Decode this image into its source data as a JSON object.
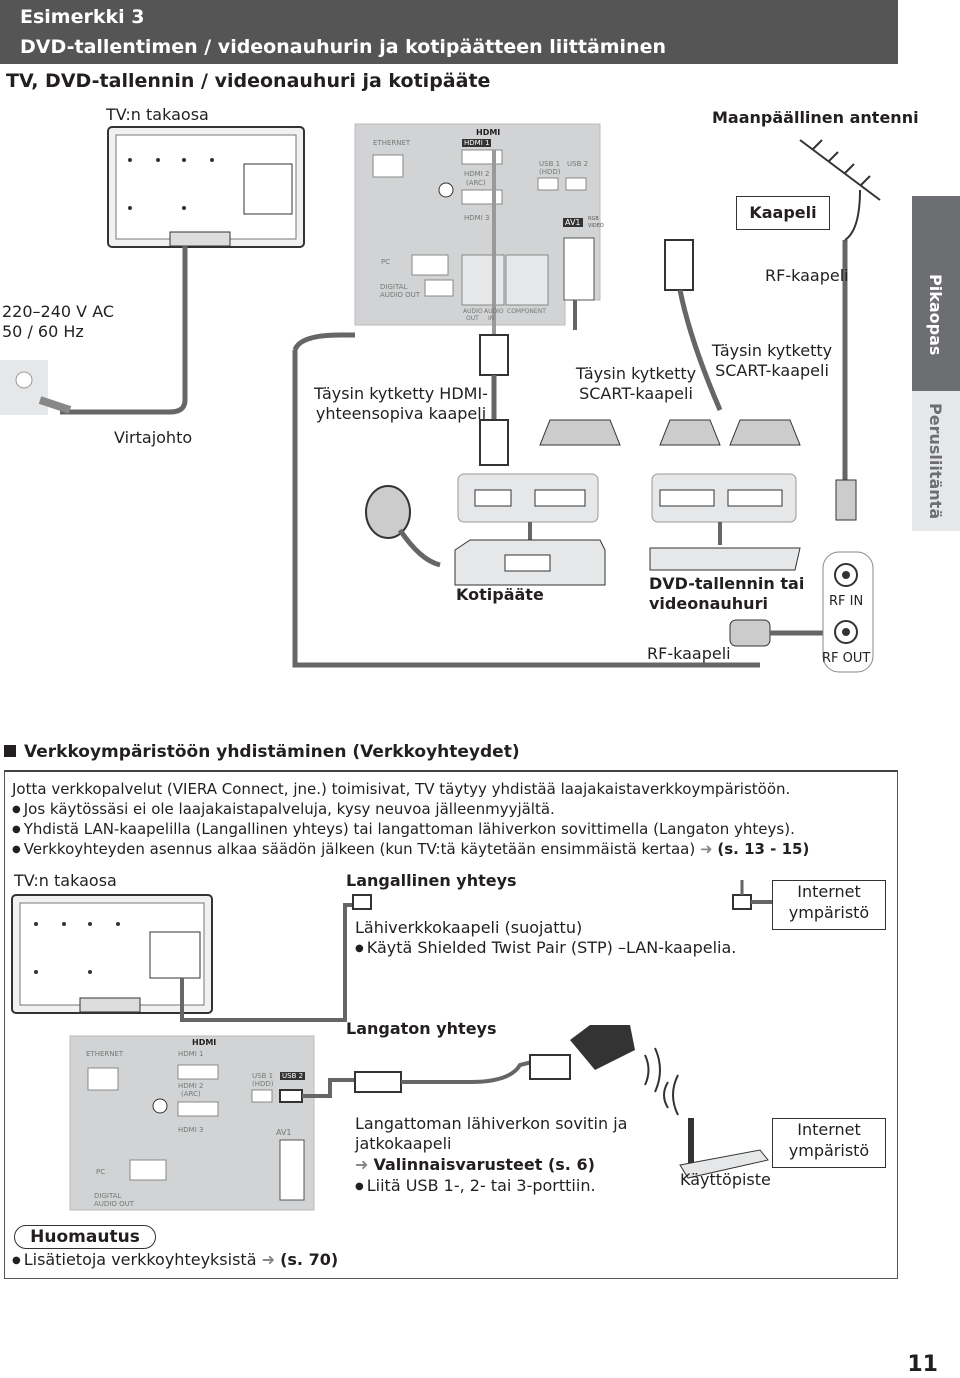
{
  "header": {
    "line1": "Esimerkki 3",
    "line2": "DVD-tallentimen / videonauhurin ja kotipäätteen liittäminen"
  },
  "subtitle": "TV, DVD-tallennin / videonauhuri ja kotipääte",
  "side_tabs": {
    "dark": "Pikaopas",
    "light": "Perusliitäntä"
  },
  "top_diagram": {
    "tv_back_label": "TV:n takaosa",
    "antenna_label": "Maanpäällinen antenni",
    "kaapeli_label": "Kaapeli",
    "rf_cable_top": "RF-kaapeli",
    "power_spec_1": "220–240 V AC",
    "power_spec_2": "50 / 60 Hz",
    "power_cord": "Virtajohto",
    "hdmi_cable_1": "Täysin kytketty HDMI-",
    "hdmi_cable_2": "yhteensopiva kaapeli",
    "scart_cable_a_1": "Täysin kytketty",
    "scart_cable_a_2": "SCART-kaapeli",
    "scart_cable_b_1": "Täysin kytketty",
    "scart_cable_b_2": "SCART-kaapeli",
    "set_top_box": "Kotipääte",
    "dvd_recorder_1": "DVD-tallennin tai",
    "dvd_recorder_2": "videonauhuri",
    "rf_cable_bottom": "RF-kaapeli",
    "rf_in": "RF IN",
    "rf_out": "RF OUT",
    "panel": {
      "ethernet": "ETHERNET",
      "hdmi_logo": "HDMI",
      "hdmi1": "HDMI 1",
      "hdmi2": "HDMI 2",
      "arc": "(ARC)",
      "hdmi3": "HDMI 3",
      "usb1": "USB 1",
      "hdd": "(HDD)",
      "usb2": "USB 2",
      "av1": "AV1",
      "rgb": "RGB",
      "video": "VIDEO",
      "pc": "PC",
      "digital_audio_1": "DIGITAL",
      "digital_audio_2": "AUDIO OUT",
      "audio_out_1": "AUDIO",
      "audio_out_2": "OUT",
      "audio_in_1": "AUDIO",
      "audio_in_2": "IN",
      "component": "COMPONENT"
    }
  },
  "network": {
    "title": "Verkkoympäristöön yhdistäminen (Verkkoyhteydet)",
    "intro": "Jotta verkkopalvelut (VIERA Connect, jne.) toimisivat, TV täytyy yhdistää laajakaistaverkkoympäristöön.",
    "bullets": [
      "Jos käytössäsi ei ole laajakaistapalveluja, kysy neuvoa jälleenmyyjältä.",
      "Yhdistä LAN-kaapelilla (Langallinen yhteys) tai langattoman lähiverkon sovittimella (Langaton yhteys).",
      "Verkkoyhteyden asennus alkaa säädön jälkeen (kun TV:tä käytetään ensimmäistä kertaa)"
    ],
    "bullet3_ref": "(s. 13 - 15)",
    "tv_back_label": "TV:n takaosa",
    "wired_title": "Langallinen yhteys",
    "lan_cable": "Lähiverkkokaapeli (suojattu)",
    "lan_bullet": "Käytä Shielded Twist Pair (STP) –LAN-kaapelia.",
    "internet_1": "Internet",
    "internet_2": "ympäristö",
    "wireless_title": "Langaton yhteys",
    "adapter_1": "Langattoman lähiverkon sovitin ja",
    "adapter_2": "jatkokaapeli",
    "optional": "Valinnaisvarusteet (s. 6)",
    "usb_bullet": "Liitä USB 1-, 2- tai 3-porttiin.",
    "access_point": "Käyttöpiste",
    "internet2_1": "Internet",
    "internet2_2": "ympäristö",
    "panel": {
      "ethernet": "ETHERNET",
      "hdmi_logo": "HDMI",
      "hdmi1": "HDMI 1",
      "hdmi2": "HDMI 2",
      "arc": "(ARC)",
      "hdmi3": "HDMI 3",
      "usb1": "USB 1",
      "hdd": "(HDD)",
      "usb2": "USB 2",
      "av1": "AV1",
      "pc": "PC",
      "digital_audio_1": "DIGITAL",
      "digital_audio_2": "AUDIO OUT"
    }
  },
  "note": {
    "title": "Huomautus",
    "bullet": "Lisätietoja verkkoyhteyksistä",
    "ref": "(s. 70)"
  },
  "page_number": "11"
}
